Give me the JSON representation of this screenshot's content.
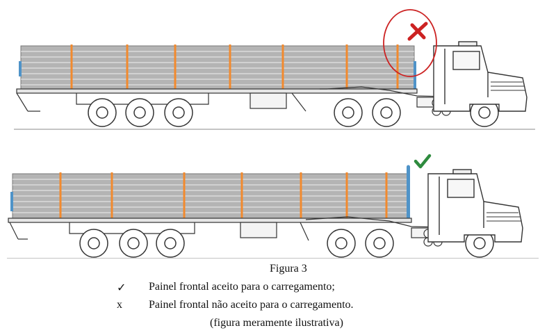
{
  "figure": {
    "title": "Figura 3",
    "legend": [
      {
        "symbol": "✓",
        "text": "Painel frontal aceito para o carregamento;"
      },
      {
        "symbol": "x",
        "text": "Painel frontal não aceito para o carregamento."
      }
    ],
    "note": "(figura meramente ilustrativa)"
  },
  "colors": {
    "cargo": "#b4b4b4",
    "cargo_lines": "#eeeeee",
    "straps": "#f28a2e",
    "front_panel": "#4f93c8",
    "reject_mark": "#cc2222",
    "accept_mark": "#2e8b3e",
    "outline": "#333333"
  },
  "icons": {
    "rejected": "x-mark-icon",
    "accepted": "check-mark-icon"
  }
}
